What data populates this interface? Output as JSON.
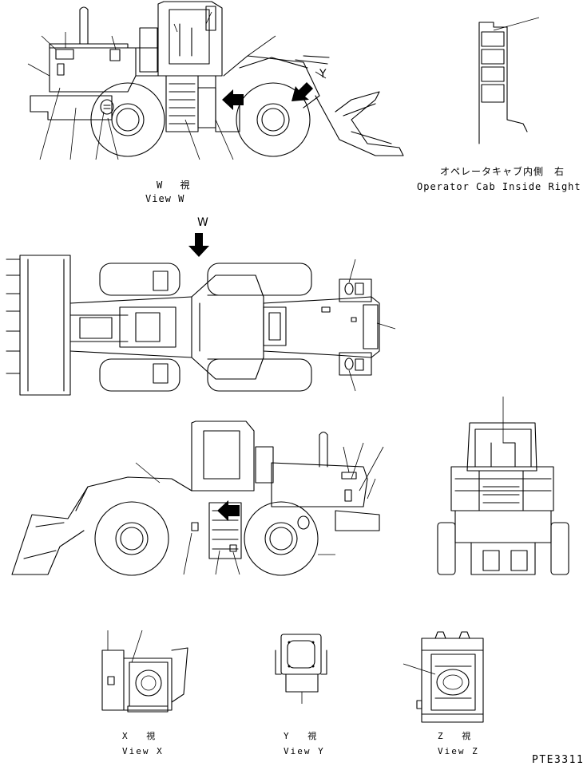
{
  "views": {
    "w": {
      "jp": "W　 視",
      "en": "View W"
    },
    "cab": {
      "jp": "オペレータキャブ内側　右",
      "en": "Operator Cab Inside Right"
    },
    "x": {
      "jp": "X　 視",
      "en": "View X"
    },
    "y": {
      "jp": "Y　 視",
      "en": "View Y"
    },
    "z": {
      "jp": "Z　 視",
      "en": "View Z"
    }
  },
  "markers": {
    "w": "W",
    "y": "Y"
  },
  "reference": "PTE3311"
}
